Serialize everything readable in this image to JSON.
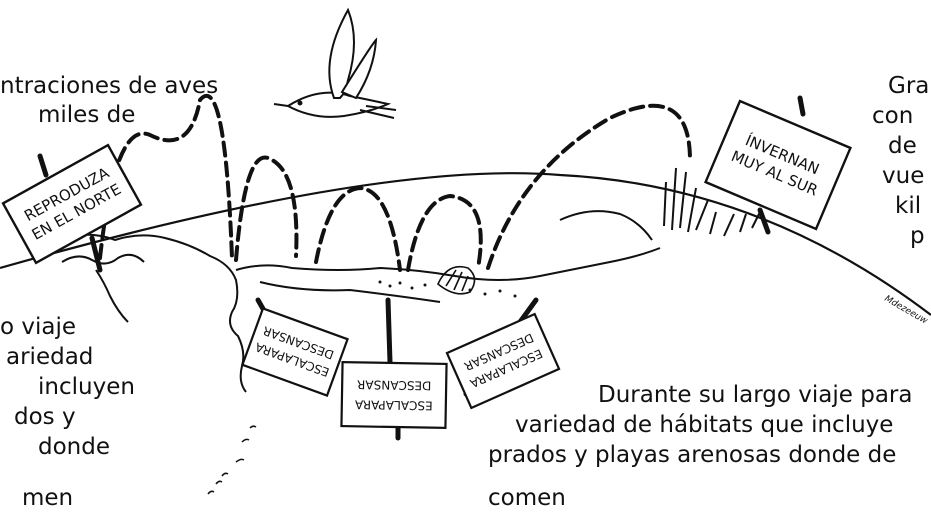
{
  "illustration": {
    "artist_signature": "Mdezeeuw"
  },
  "signs": {
    "north": {
      "line1": "REPRODUZA",
      "line2": "EN EL NORTE"
    },
    "south": {
      "line1": "ÍNVERNAN",
      "line2": "MUY AL SUR"
    },
    "stop1": {
      "line1": "ESCALAPARA",
      "line2": "DESCANSAR"
    },
    "stop2": {
      "line1": "ESCALAPARA",
      "line2": "DESCANSAR"
    },
    "stop3": {
      "line1": "ESCALAPARA",
      "line2": "DESCANSAR"
    }
  },
  "text_blocks": {
    "top_left": [
      "ntraciones de aves",
      "miles de"
    ],
    "top_right": [
      "Gra",
      "con",
      "de",
      "vue",
      "kil",
      "p"
    ],
    "left": [
      "o viaje",
      "ariedad",
      "incluyen",
      "dos y",
      "donde",
      "men"
    ],
    "bottom_right": [
      "Durante su largo viaje para",
      "variedad de hábitats que incluye",
      "prados y playas arenosas donde de",
      "comen"
    ]
  }
}
